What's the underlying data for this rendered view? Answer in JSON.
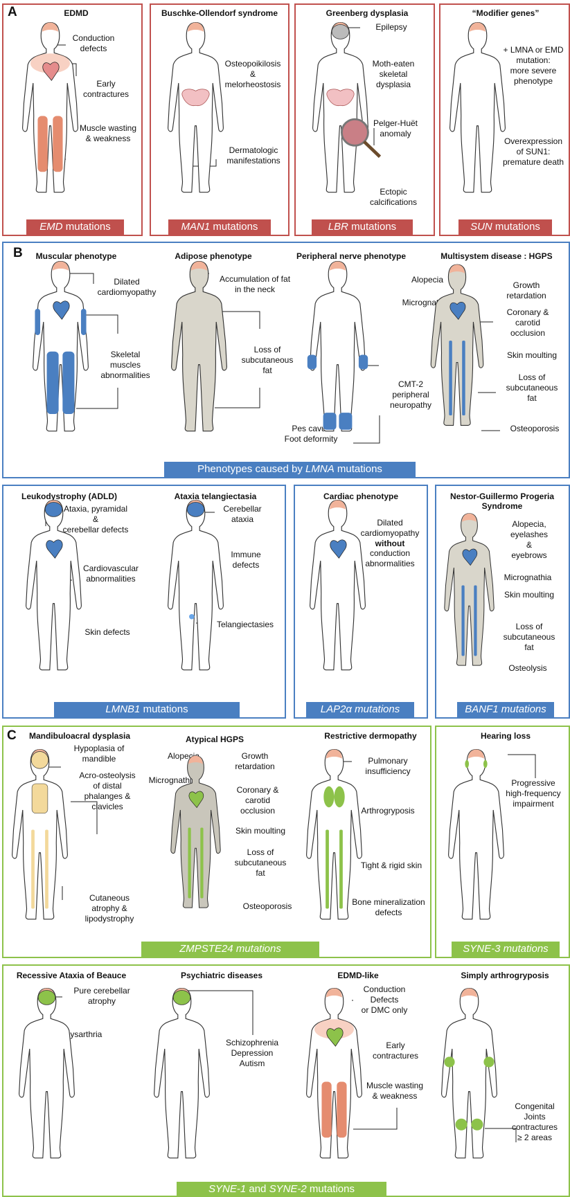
{
  "section_a": {
    "letter": "A",
    "panels": [
      {
        "title": "EDMD",
        "labels": [
          "Conduction\ndefects",
          "Early\ncontractures",
          "Muscle wasting\n& weakness"
        ],
        "gene": "EMD",
        "suffix": " mutations"
      },
      {
        "title": "Buschke-Ollendorf syndrome",
        "labels": [
          "Osteopoikilosis\n&\nmelorheostosis",
          "Dermatologic\nmanifestations"
        ],
        "gene": "MAN1",
        "suffix": " mutations"
      },
      {
        "title": "Greenberg dysplasia",
        "labels": [
          "Epilepsy",
          "Moth-eaten\nskeletal\ndysplasia",
          "Pelger-Huët\nanomaly",
          "Ectopic\ncalcifications"
        ],
        "gene": "LBR",
        "suffix": " mutations"
      },
      {
        "title": "“Modifier genes”",
        "labels": [
          "+ LMNA or EMD\nmutation:\nmore severe\nphenotype",
          "Overexpression\nof SUN1:\npremature death"
        ],
        "gene": "SUN",
        "suffix": " mutations"
      }
    ]
  },
  "section_b": {
    "letter": "B",
    "panels": [
      {
        "title": "Muscular phenotype",
        "labels": [
          "Dilated\ncardiomyopathy",
          "Skeletal\nmuscles\nabnormalities"
        ]
      },
      {
        "title": "Adipose phenotype",
        "labels": [
          "Accumulation of fat\nin the neck",
          "Loss of\nsubcutaneous\nfat"
        ]
      },
      {
        "title": "Peripheral nerve phenotype",
        "labels": [
          "CMT-2\nperipheral\nneuropathy",
          "Pes cavus\nFoot deformity"
        ]
      },
      {
        "title": "Multisystem disease : HGPS",
        "labels": [
          "Alopecia",
          "Growth\nretardation",
          "Micrognathia",
          "Coronary &\ncarotid\nocclusion",
          "Skin moulting",
          "Loss of\nsubcutaneous\nfat",
          "Osteoporosis"
        ]
      }
    ],
    "banner_prefix": "Phenotypes caused by ",
    "banner_gene": "LMNA",
    "banner_suffix": " mutations",
    "row2": [
      {
        "title": "Leukodystrophy (ADLD)",
        "labels": [
          "Ataxia, pyramidal\n&\ncerebellar defects",
          "Cardiovascular\nabnormalities",
          "Skin defects"
        ]
      },
      {
        "title": "Ataxia telangiectasia",
        "labels": [
          "Cerebellar\nataxia",
          "Immune\ndefects",
          "Telangiectasies"
        ]
      },
      {
        "title": "Cardiac phenotype",
        "labels": [
          "Dilated\ncardiomyopathy",
          "without",
          "conduction\nabnormalities"
        ]
      },
      {
        "title": "Nestor-Guillermo\nProgeria Syndrome",
        "labels": [
          "Alopecia,\neyelashes\n&\neyebrows",
          "Micrognathia",
          "Skin moulting",
          "Loss of\nsubcutaneous\nfat",
          "Osteolysis"
        ]
      }
    ],
    "banners2": [
      {
        "gene": "LMNB1",
        "suffix": " mutations"
      },
      {
        "gene": "LAP2α",
        "suffix": " mutations"
      },
      {
        "gene": "BANF1",
        "suffix": " mutations"
      }
    ]
  },
  "section_c": {
    "letter": "C",
    "panels": [
      {
        "title": "Mandibuloacral dysplasia",
        "labels": [
          "Hypoplasia of\nmandible",
          "Acro-osteolysis\nof distal\nphalanges &\nclavicles",
          "Cutaneous\natrophy &\nlipodystrophy"
        ]
      },
      {
        "title": "Atypical HGPS",
        "labels": [
          "Alopecia",
          "Growth\nretardation",
          "Micrognathia",
          "Coronary &\ncarotid\nocclusion",
          "Skin moulting",
          "Loss of\nsubcutaneous\nfat",
          "Osteoporosis"
        ]
      },
      {
        "title": "Restrictive dermopathy",
        "labels": [
          "Pulmonary\ninsufficiency",
          "Arthrogryposis",
          "Tight & rigid skin",
          "Bone mineralization\ndefects"
        ]
      },
      {
        "title": "Hearing loss",
        "labels": [
          "Progressive\nhigh-frequency\nimpairment"
        ]
      }
    ],
    "banners": [
      {
        "gene": "ZMPSTE24",
        "suffix": " mutations"
      },
      {
        "gene": "SYNE-3",
        "suffix": " mutations"
      }
    ],
    "row2": [
      {
        "title": "Recessive Ataxia of Beauce",
        "labels": [
          "Pure cerebellar\natrophy",
          "Dysarthria"
        ]
      },
      {
        "title": "Psychiatric diseases",
        "labels": [
          "Schizophrenia\nDepression\nAutism"
        ]
      },
      {
        "title": "EDMD-like",
        "labels": [
          "Conduction\nDefects\nor DMC only",
          "Early\ncontractures",
          "Muscle wasting\n& weakness"
        ]
      },
      {
        "title": "Simply arthrogryposis",
        "labels": [
          "Congenital\nJoints\ncontractures\n≥ 2 areas"
        ]
      }
    ],
    "banner_last": {
      "gene1": "SYNE-1",
      "mid": " and ",
      "gene2": "SYNE-2",
      "suffix": " mutations"
    }
  },
  "colors": {
    "red": "#c0504d",
    "blue": "#4a7fc1",
    "green": "#8dc24a",
    "skin": "#f1b39a",
    "fat": "#d9d6cb",
    "muscle_red": "#e58c6f",
    "muscle_blue": "#4a7fc1",
    "bone": "#f3d99b"
  }
}
